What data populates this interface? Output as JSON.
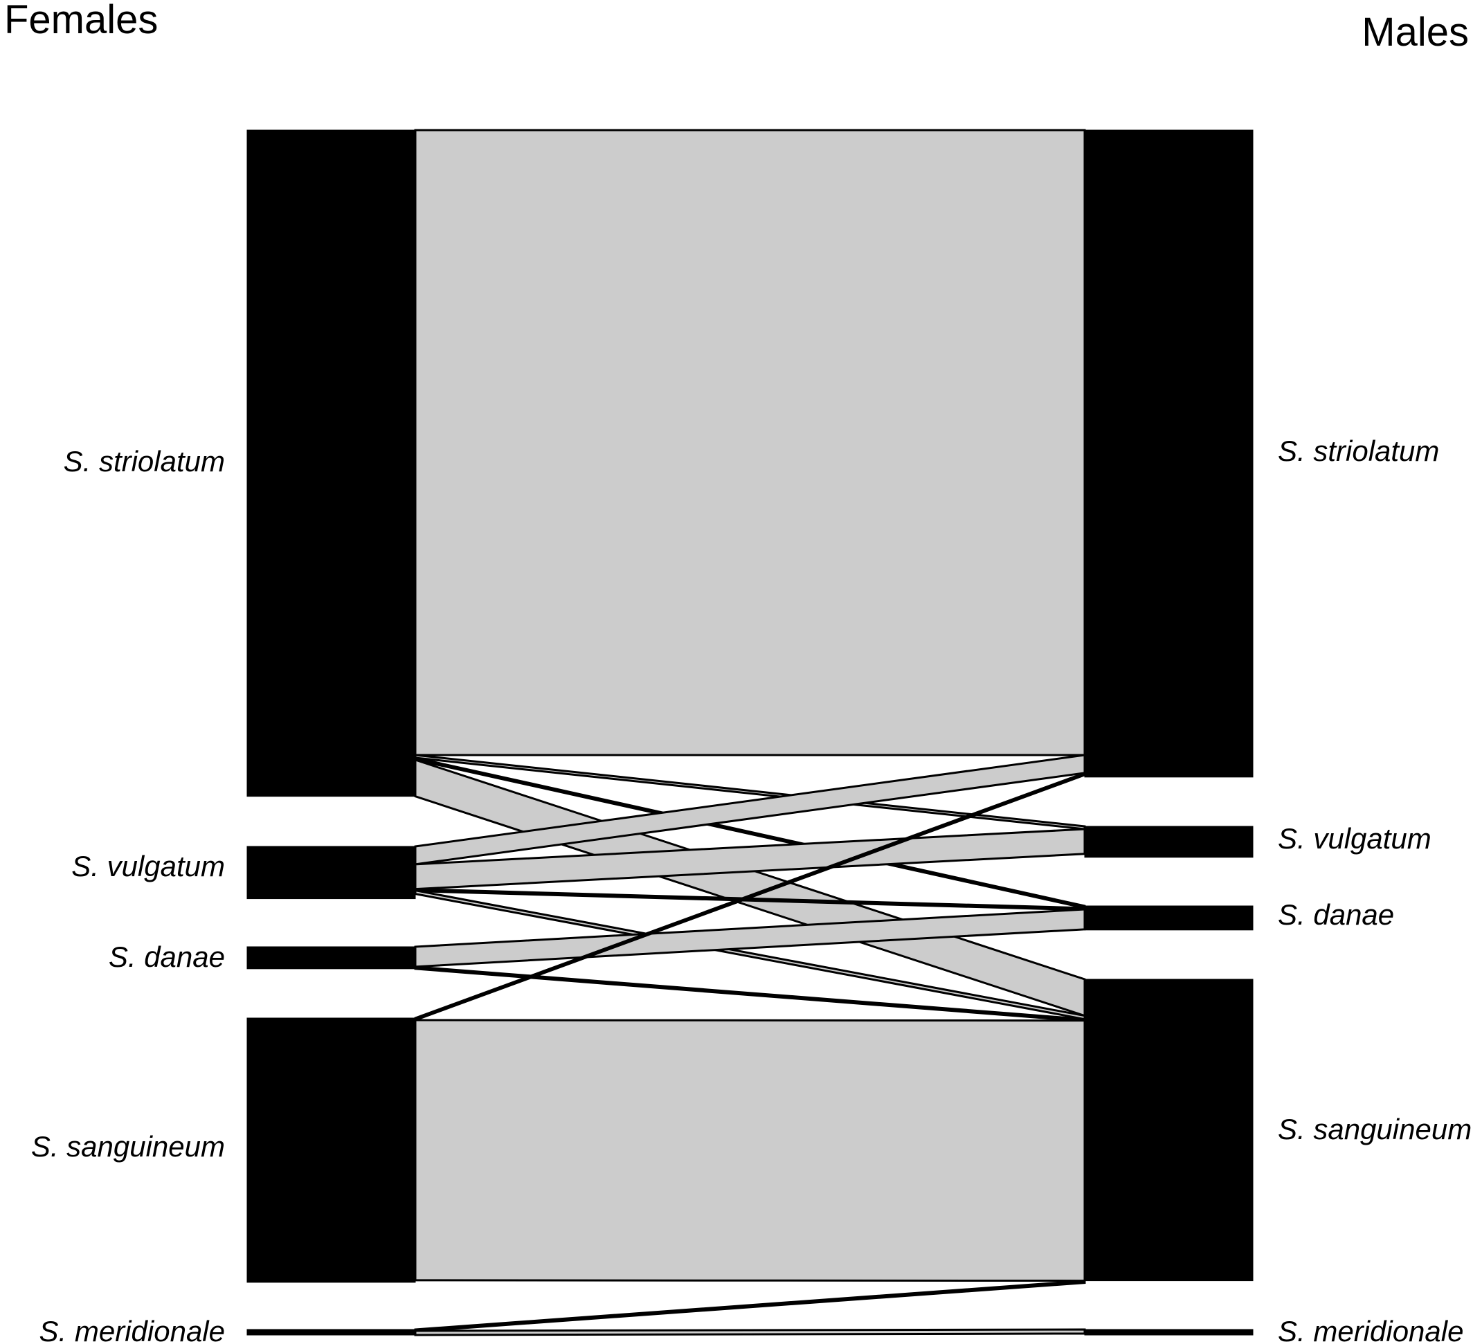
{
  "header": {
    "left_title": "Females",
    "right_title": "Males"
  },
  "colors": {
    "node": "#000000",
    "flow_fill": "#cccccc",
    "flow_stroke": "#000000",
    "background": "#ffffff"
  },
  "chart_data": {
    "type": "alluvial",
    "left_axis": "Females",
    "right_axis": "Males",
    "left_nodes": [
      "S. striolatum",
      "S. vulgatum",
      "S. danae",
      "S. sanguineum",
      "S. meridionale"
    ],
    "right_nodes": [
      "S. striolatum",
      "S. vulgatum",
      "S. danae",
      "S. sanguineum",
      "S. meridionale"
    ],
    "node_totals_left": [
      968,
      76,
      32,
      384,
      8
    ],
    "node_totals_right": [
      940,
      45,
      35,
      438,
      8
    ],
    "flows": [
      {
        "from": "S. striolatum",
        "to": "S. striolatum",
        "value": 908
      },
      {
        "from": "S. striolatum",
        "to": "S. vulgatum",
        "value": 4
      },
      {
        "from": "S. striolatum",
        "to": "S. danae",
        "value": 3
      },
      {
        "from": "S. striolatum",
        "to": "S. sanguineum",
        "value": 53
      },
      {
        "from": "S. vulgatum",
        "to": "S. striolatum",
        "value": 26
      },
      {
        "from": "S. vulgatum",
        "to": "S. vulgatum",
        "value": 36
      },
      {
        "from": "S. vulgatum",
        "to": "S. danae",
        "value": 2
      },
      {
        "from": "S. vulgatum",
        "to": "S. sanguineum",
        "value": 5
      },
      {
        "from": "S. danae",
        "to": "S. danae",
        "value": 29
      },
      {
        "from": "S. danae",
        "to": "S. sanguineum",
        "value": 2
      },
      {
        "from": "S. sanguineum",
        "to": "S. striolatum",
        "value": 3
      },
      {
        "from": "S. sanguineum",
        "to": "S. sanguineum",
        "value": 378
      },
      {
        "from": "S. meridionale",
        "to": "S. sanguineum",
        "value": 2
      },
      {
        "from": "S. meridionale",
        "to": "S. meridionale",
        "value": 6
      }
    ]
  }
}
